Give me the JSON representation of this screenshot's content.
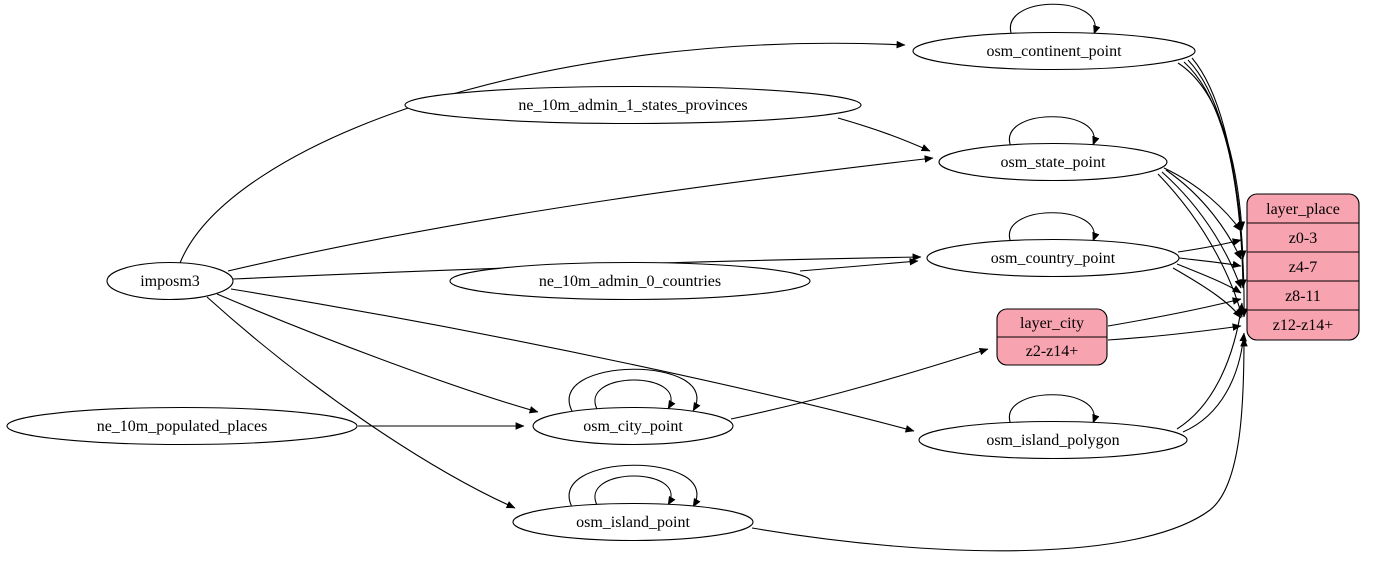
{
  "diagram": {
    "colors": {
      "record_fill": "#f8a3b0",
      "node_fill": "#ffffff",
      "stroke": "#000000"
    },
    "nodes": {
      "imposm3": "imposm3",
      "ne_admin1": "ne_10m_admin_1_states_provinces",
      "ne_admin0": "ne_10m_admin_0_countries",
      "ne_populated": "ne_10m_populated_places",
      "continent": "osm_continent_point",
      "state": "osm_state_point",
      "country": "osm_country_point",
      "city": "osm_city_point",
      "island_polygon": "osm_island_polygon",
      "island_point": "osm_island_point"
    },
    "records": {
      "layer_city": {
        "title": "layer_city",
        "rows": [
          "z2-z14+"
        ]
      },
      "layer_place": {
        "title": "layer_place",
        "rows": [
          "z0-3",
          "z4-7",
          "z8-11",
          "z12-z14+"
        ]
      }
    }
  }
}
